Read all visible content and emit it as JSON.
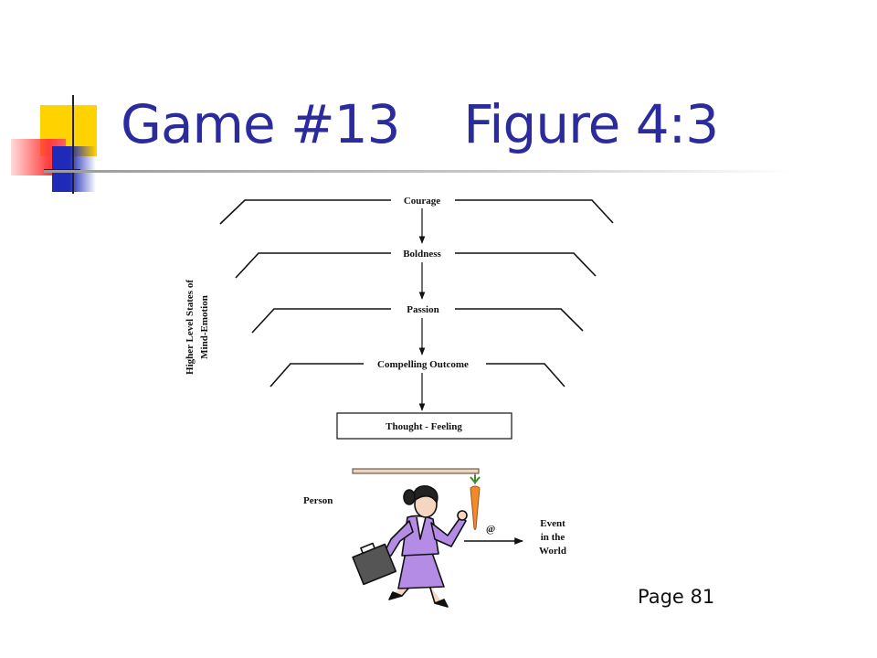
{
  "slide": {
    "title": "Game #13    Figure 4:3",
    "page": "Page 81"
  },
  "diagram": {
    "side_label_line1": "Higher Level States of",
    "side_label_line2": "Mind-Emotion",
    "levels": [
      "Courage",
      "Boldness",
      "Passion",
      "Compelling Outcome"
    ],
    "box_label": "Thought - Feeling",
    "person_label": "Person",
    "at_label": "@",
    "event_line1": "Event",
    "event_line2": "in the",
    "event_line3": "World"
  },
  "colors": {
    "title": "#2b2b9e",
    "accent_yellow": "#ffd200",
    "accent_blue": "#1f2ab8",
    "accent_red": "#ff3c3c",
    "figure_purple": "#b48ce6",
    "carrot": "#f08a2a"
  }
}
